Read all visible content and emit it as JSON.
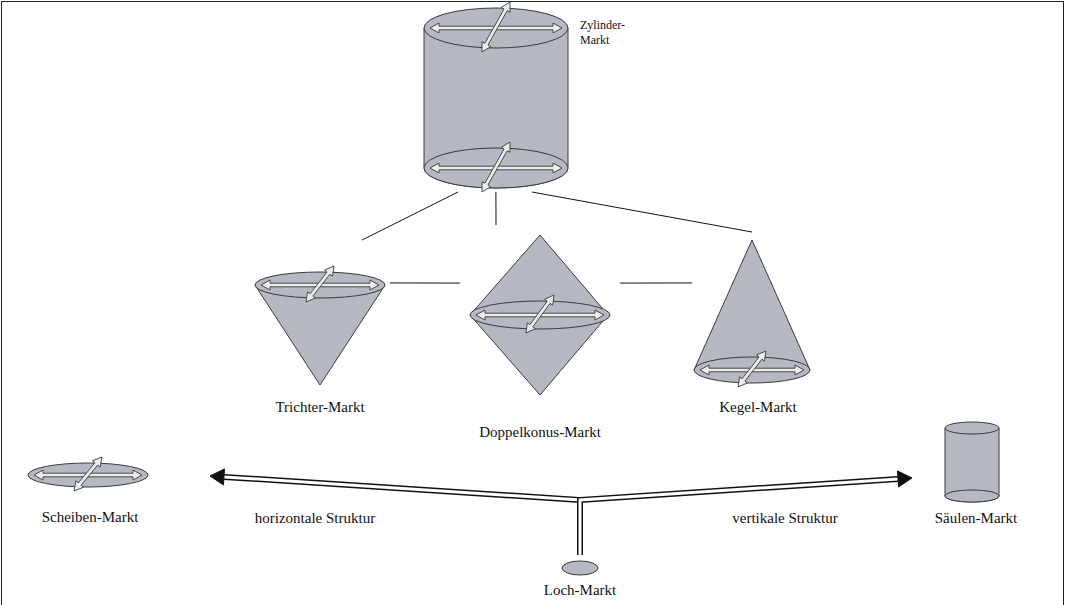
{
  "diagram": {
    "nodes": [
      {
        "text": [
          "Zylinder-Markt"
        ]
      },
      {
        "text": [
          "Trichter-Markt"
        ]
      },
      {
        "text": [
          "Doppelkonus-Markt"
        ]
      },
      {
        "text": [
          "Kegel-Markt"
        ]
      },
      {
        "text": [
          "Scheiben-Markt"
        ]
      },
      {
        "text": [
          "Loch-Markt"
        ]
      },
      {
        "text": [
          "Säulen-Markt"
        ]
      }
    ],
    "edges": [
      {
        "from": 0,
        "to": 1,
        "arrow": "none"
      },
      {
        "from": 0,
        "to": 2,
        "arrow": "none"
      },
      {
        "from": 0,
        "to": 3,
        "arrow": "none"
      },
      {
        "from": 1,
        "to": 2,
        "arrow": "none"
      },
      {
        "from": 2,
        "to": 3,
        "arrow": "none"
      },
      {
        "from": 5,
        "to": 4,
        "label": "horizontale Struktur",
        "arrow": "to"
      },
      {
        "from": 5,
        "to": 6,
        "label": "vertikale Struktur",
        "arrow": "to"
      }
    ]
  }
}
